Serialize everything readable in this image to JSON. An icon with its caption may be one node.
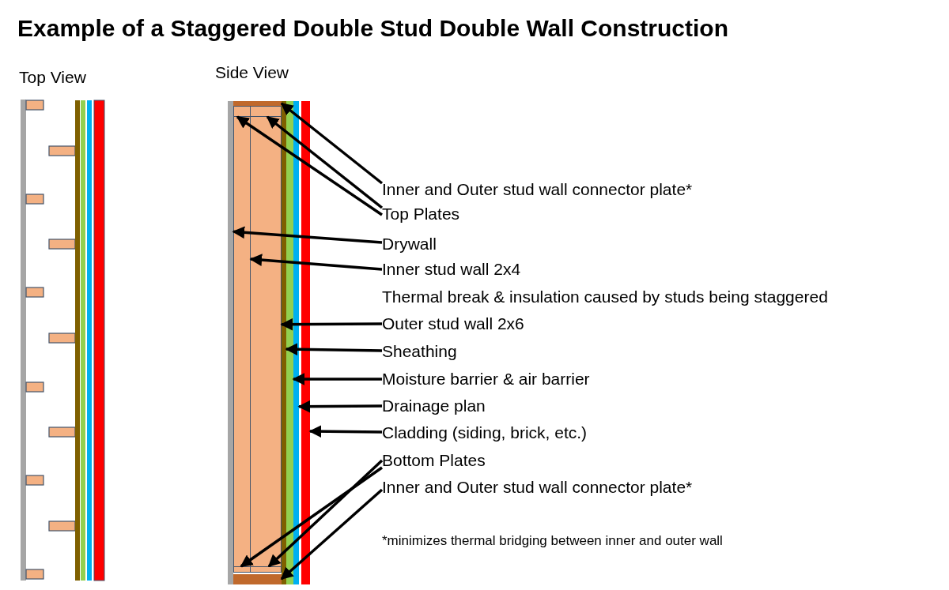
{
  "diagram": {
    "title": "Example of a Staggered Double Stud Double Wall Construction",
    "nodes": [
      {
        "text": [
          "Inner and Outer stud wall connector plate*"
        ]
      },
      {
        "text": [
          "Top Plates"
        ]
      },
      {
        "text": [
          "Drywall"
        ]
      },
      {
        "text": [
          "Inner stud wall 2x4"
        ]
      },
      {
        "text": [
          "Outer stud wall 2x6"
        ]
      },
      {
        "text": [
          "Sheathing"
        ]
      },
      {
        "text": [
          "Moisture barrier & air barrier"
        ]
      },
      {
        "text": [
          "Drainage plan"
        ]
      },
      {
        "text": [
          "Cladding (siding, brick, etc.)"
        ]
      },
      {
        "text": [
          "Bottom Plates"
        ]
      },
      {
        "text": [
          "Inner and Outer stud wall connector plate*"
        ]
      },
      {
        "text": [],
        "shape": "bar"
      },
      {
        "text": [],
        "shape": "box"
      },
      {
        "text": [],
        "shape": "box"
      },
      {
        "text": [],
        "shape": "bar"
      },
      {
        "text": [],
        "shape": "box"
      },
      {
        "text": [],
        "shape": "box"
      },
      {
        "text": [],
        "shape": "bar"
      },
      {
        "text": [],
        "shape": "bar"
      },
      {
        "text": [],
        "shape": "bar"
      },
      {
        "text": [],
        "shape": "bar"
      },
      {
        "text": [],
        "shape": "box"
      },
      {
        "text": [],
        "shape": "box"
      },
      {
        "text": [],
        "shape": "bar"
      }
    ],
    "edges": [
      {
        "from": 0,
        "to": 11,
        "arrow": "to"
      },
      {
        "from": 1,
        "to": 13,
        "arrow": "to"
      },
      {
        "from": 1,
        "to": 12,
        "arrow": "to"
      },
      {
        "from": 2,
        "to": 14,
        "arrow": "to"
      },
      {
        "from": 3,
        "to": 15,
        "arrow": "to"
      },
      {
        "from": 4,
        "to": 16,
        "arrow": "to"
      },
      {
        "from": 5,
        "to": 17,
        "arrow": "to"
      },
      {
        "from": 6,
        "to": 18,
        "arrow": "to"
      },
      {
        "from": 7,
        "to": 19,
        "arrow": "to"
      },
      {
        "from": 8,
        "to": 20,
        "arrow": "to"
      },
      {
        "from": 9,
        "to": 22,
        "arrow": "to"
      },
      {
        "from": 9,
        "to": 21,
        "arrow": "to"
      },
      {
        "from": 10,
        "to": 23,
        "arrow": "to"
      }
    ],
    "labels": [
      "Top View",
      "Side View",
      "Thermal break & insulation caused by studs being staggered",
      "*minimizes thermal bridging between inner and outer wall"
    ]
  }
}
